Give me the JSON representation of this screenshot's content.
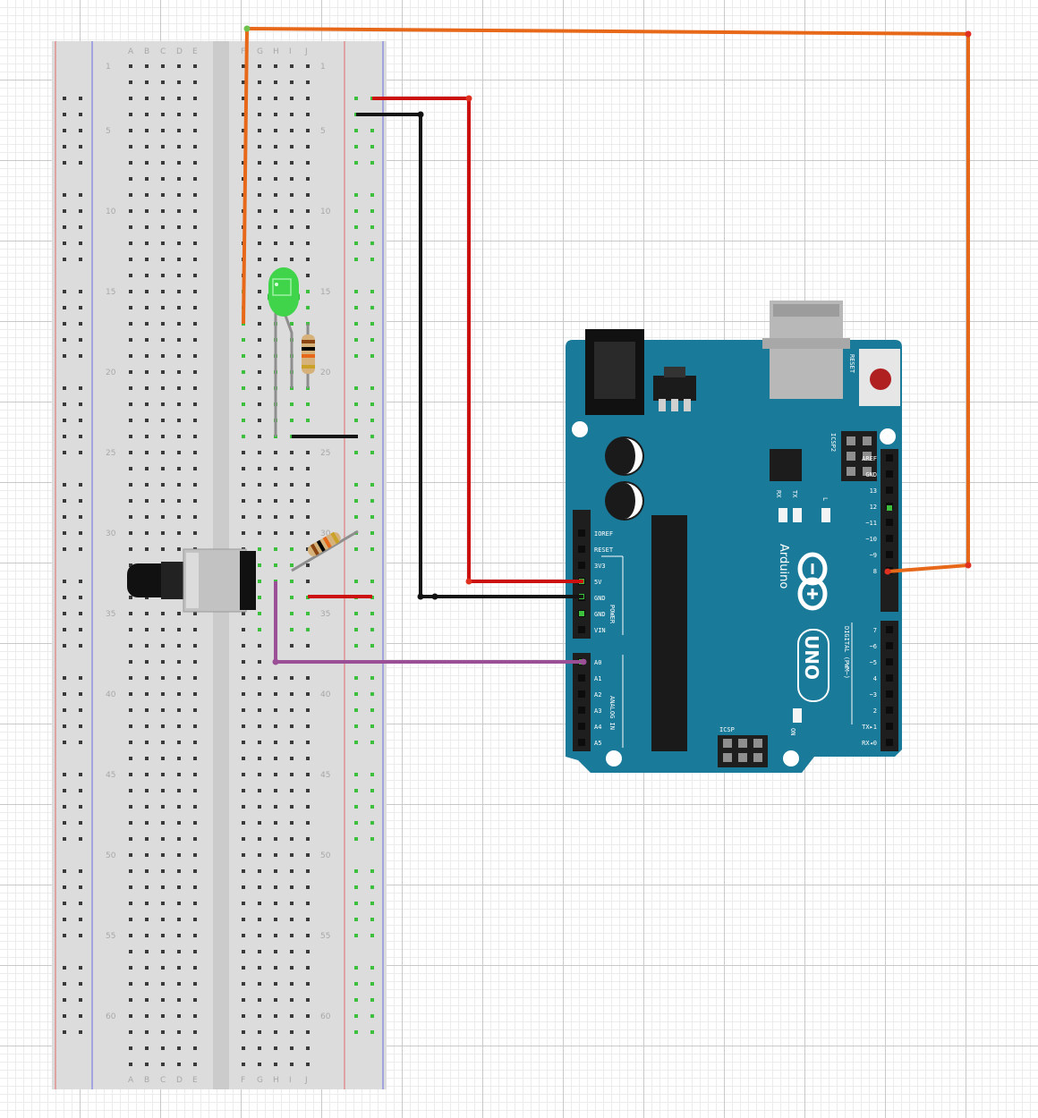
{
  "breadboard": {
    "columns_left": [
      "A",
      "B",
      "C",
      "D",
      "E"
    ],
    "columns_right": [
      "F",
      "G",
      "H",
      "I",
      "J"
    ],
    "row_labels": [
      "1",
      "5",
      "10",
      "15",
      "20",
      "25",
      "30",
      "35",
      "40",
      "45",
      "50",
      "55",
      "60"
    ]
  },
  "arduino": {
    "brand": "Arduino",
    "model": "UNO",
    "reset_label": "RESET",
    "icsp_label": "ICSP",
    "icsp2_label": "ICSP2",
    "on_label": "ON",
    "rx_label": "RX",
    "tx_label": "TX",
    "l_label": "L",
    "power_section_label": "POWER",
    "analog_section_label": "ANALOG IN",
    "digital_section_label": "DIGITAL (PWM~)",
    "power_pins": [
      "IOREF",
      "RESET",
      "3V3",
      "5V",
      "GND",
      "GND",
      "VIN"
    ],
    "analog_pins": [
      "A0",
      "A1",
      "A2",
      "A3",
      "A4",
      "A5"
    ],
    "digital_pins_high": [
      "AREF",
      "GND",
      "13",
      "12",
      "~11",
      "~10",
      "~9",
      "8"
    ],
    "digital_pins_low": [
      "7",
      "~6",
      "~5",
      "4",
      "~3",
      "2",
      "TX▸1",
      "RX◂0"
    ]
  },
  "colors": {
    "wire_orange": "#e8681a",
    "wire_red": "#cc1010",
    "wire_black": "#151515",
    "wire_purple": "#9b4f96",
    "arduino_board": "#197a99",
    "led_green": "#3fd44a",
    "breadboard": "#dcdcdc",
    "rail_red": "#e06a6a",
    "rail_blue": "#6a6ae0"
  }
}
